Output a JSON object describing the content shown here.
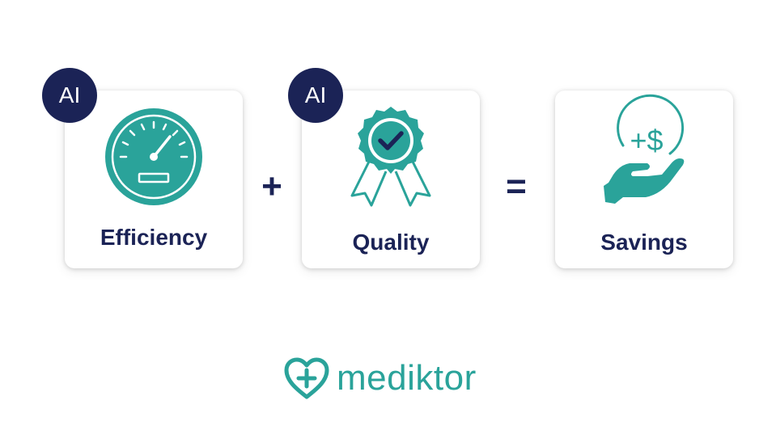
{
  "badges": {
    "efficiency": "AI",
    "quality": "AI"
  },
  "cards": {
    "efficiency": {
      "label": "Efficiency",
      "icon": "speedometer-icon"
    },
    "quality": {
      "label": "Quality",
      "icon": "award-ribbon-icon"
    },
    "savings": {
      "label": "Savings",
      "icon": "hand-dollar-icon",
      "icon_text": "+$"
    }
  },
  "operators": {
    "plus": "+",
    "equals": "="
  },
  "logo": {
    "text": "mediktor",
    "icon": "heart-plus-icon"
  },
  "colors": {
    "teal": "#2aa39a",
    "navy": "#1b2356"
  }
}
